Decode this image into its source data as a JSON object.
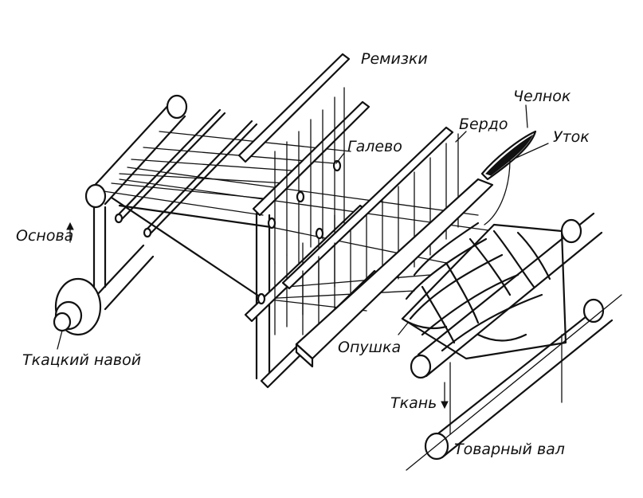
{
  "labels": {
    "heddles": "Ремизки",
    "shuttle": "Челнок",
    "reed": "Бердо",
    "weft": "Уток",
    "heddle_eye": "Галево",
    "warp": "Основа",
    "warp_beam": "Ткацкий навой",
    "fell": "Опушка",
    "cloth": "Ткань",
    "cloth_beam": "Товарный вал"
  }
}
